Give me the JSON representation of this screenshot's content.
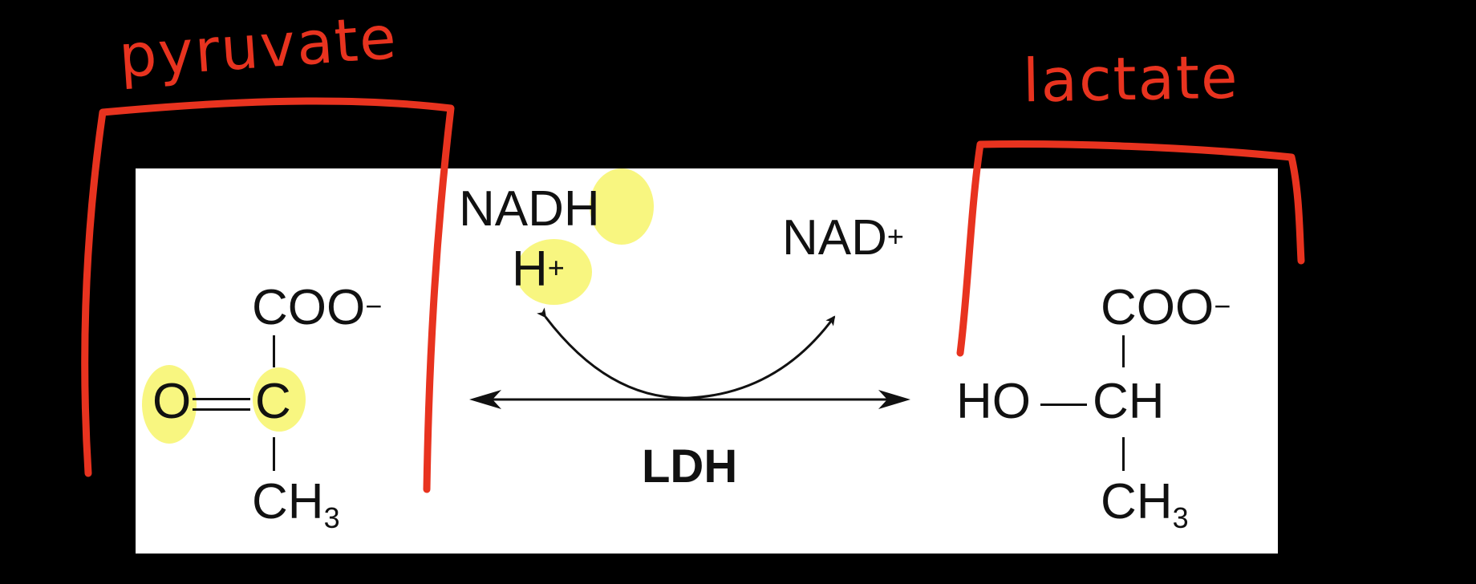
{
  "reaction": {
    "substrate": {
      "top_group": "COO",
      "top_charge": "−",
      "left_atom": "O",
      "center_atom": "C",
      "bottom_group": "CH",
      "bottom_sub": "3"
    },
    "product": {
      "top_group": "COO",
      "top_charge": "−",
      "left_group": "HO",
      "center_group": "CH",
      "bottom_group": "CH",
      "bottom_sub": "3"
    },
    "cofactor_in_1": "NADH",
    "cofactor_in_2": "H",
    "cofactor_in_2_charge": "+",
    "cofactor_out": "NAD",
    "cofactor_out_charge": "+",
    "enzyme": "LDH"
  },
  "annotations": {
    "left_label": "pyruvate",
    "right_label": "lactate"
  },
  "colors": {
    "background": "#000000",
    "panel": "#ffffff",
    "ink": "#111111",
    "annotation": "#e8331f",
    "highlight": "#f7f56a"
  }
}
